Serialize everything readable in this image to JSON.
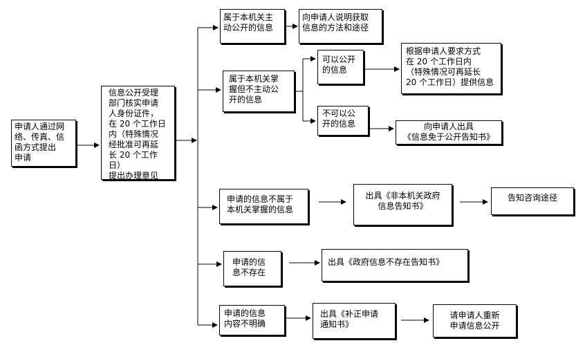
{
  "nodes": {
    "n1": "申请人通过网\n络、传真、信\n函方式提出\n申请",
    "n2": "信息公开受理\n部门核实申请\n人身份证件，\n在 20 个工作日\n内（特殊情况\n经批准可再延\n长 20 个工作日）\n提出办理意见",
    "n3": "属于本机关主\n动公开的信息",
    "n4": "向申请人说明获取\n信息的方法和途径",
    "n5": "属于本机关掌\n握但不主动公\n开的信息",
    "n6": "可以公开\n的信息",
    "n7": "根据申请人要求方式\n在 20 个工作日内\n（特殊情况可再延长\n20 个工作日）提供信息",
    "n8": "不可以公\n开的信息",
    "n9": "向申请人出具\n《信息免于公开告知书》",
    "n10": "申请的信息不属于\n本机关掌握的信息",
    "n11": "出具《非本机关政府\n信息告知书》",
    "n12": "告知咨询途径",
    "n13": "申请的信\n息不存在",
    "n14": "出具《政府信息不存在告知书》",
    "n15": "申请的信息\n内容不明确",
    "n16": "出具《补正申请\n通知书》",
    "n17": "请申请人重新\n申请信息公开"
  }
}
